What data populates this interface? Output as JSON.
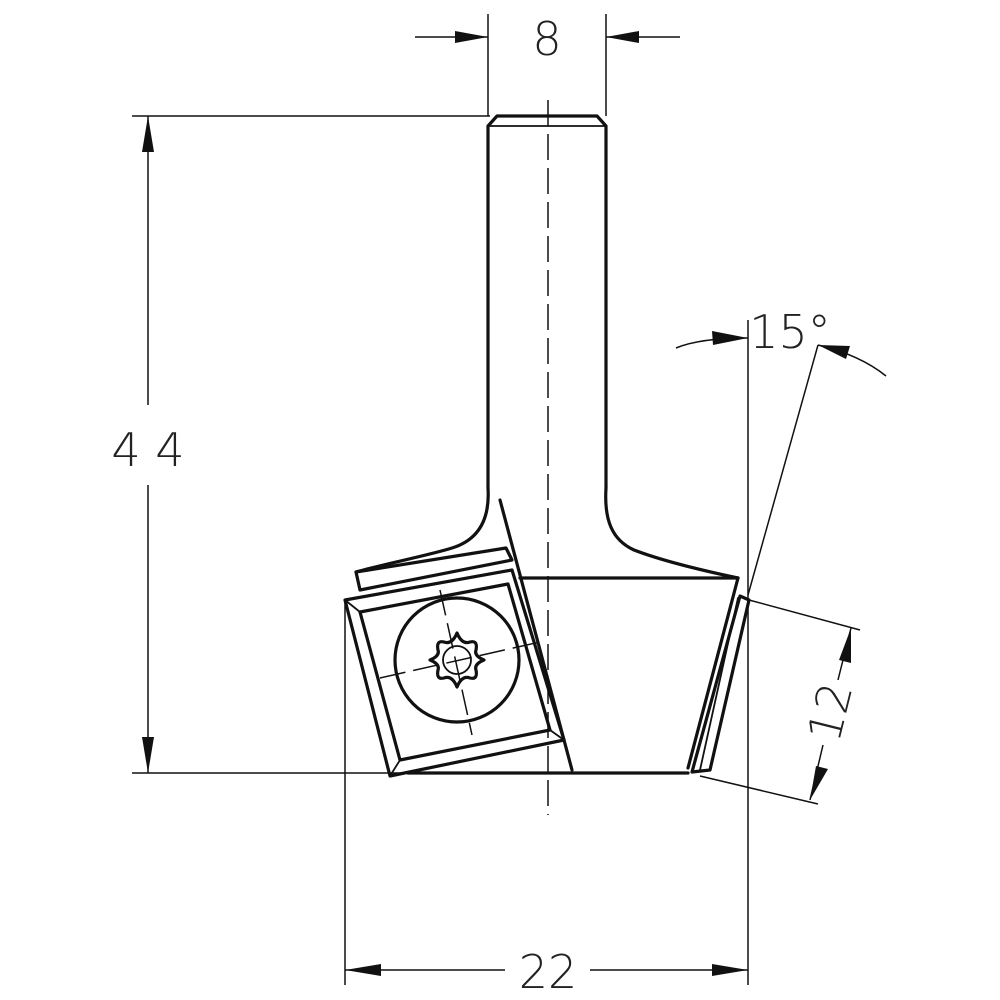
{
  "dimensions": {
    "shank_diameter": "8",
    "total_length": "4 4",
    "cut_diameter": "22",
    "insert_length": "12",
    "angle": "15°"
  },
  "colors": {
    "line": "#111111",
    "background": "#ffffff"
  }
}
